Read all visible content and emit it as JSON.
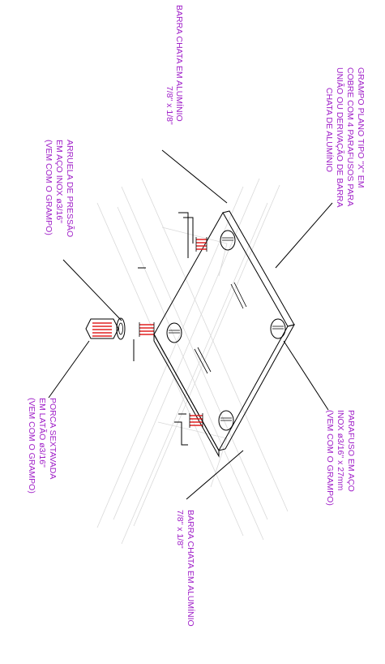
{
  "colors": {
    "label": "#a020c8",
    "lines": "#000000",
    "thread": "#e02020",
    "ghost": "#d9d9d9"
  },
  "labels": {
    "barra_top": [
      "BARRA CHATA EM ALUMÍNIO",
      "7/8\" x 1/8\""
    ],
    "grampo": [
      "GRAMPO PLANO TIPO \"X\" EM",
      "COBRE COM 4 PARAFUSOS PARA",
      "UNIÃO OU DERIVAÇÃO DE BARRA",
      "CHATA DE ALUMÍNIO"
    ],
    "arruela": [
      "ARRUELA DE PRESSÃO",
      "EM AÇO INOX ø3/16\"",
      "(VEM COM O GRAMPO)"
    ],
    "porca": [
      "PORCA SEXTAVADA",
      "EM LATÃO ø3/16\"",
      "(VEM COM O GRAMPO)"
    ],
    "parafuso": [
      "PARAFUSO EM AÇO",
      "INOX ø3/16\" x 27mm",
      "(VEM COM O GRAMPO)"
    ],
    "barra_bottom": [
      "BARRA CHATA EM ALUMÍNIO",
      "7/8\" x 1/8\""
    ]
  }
}
